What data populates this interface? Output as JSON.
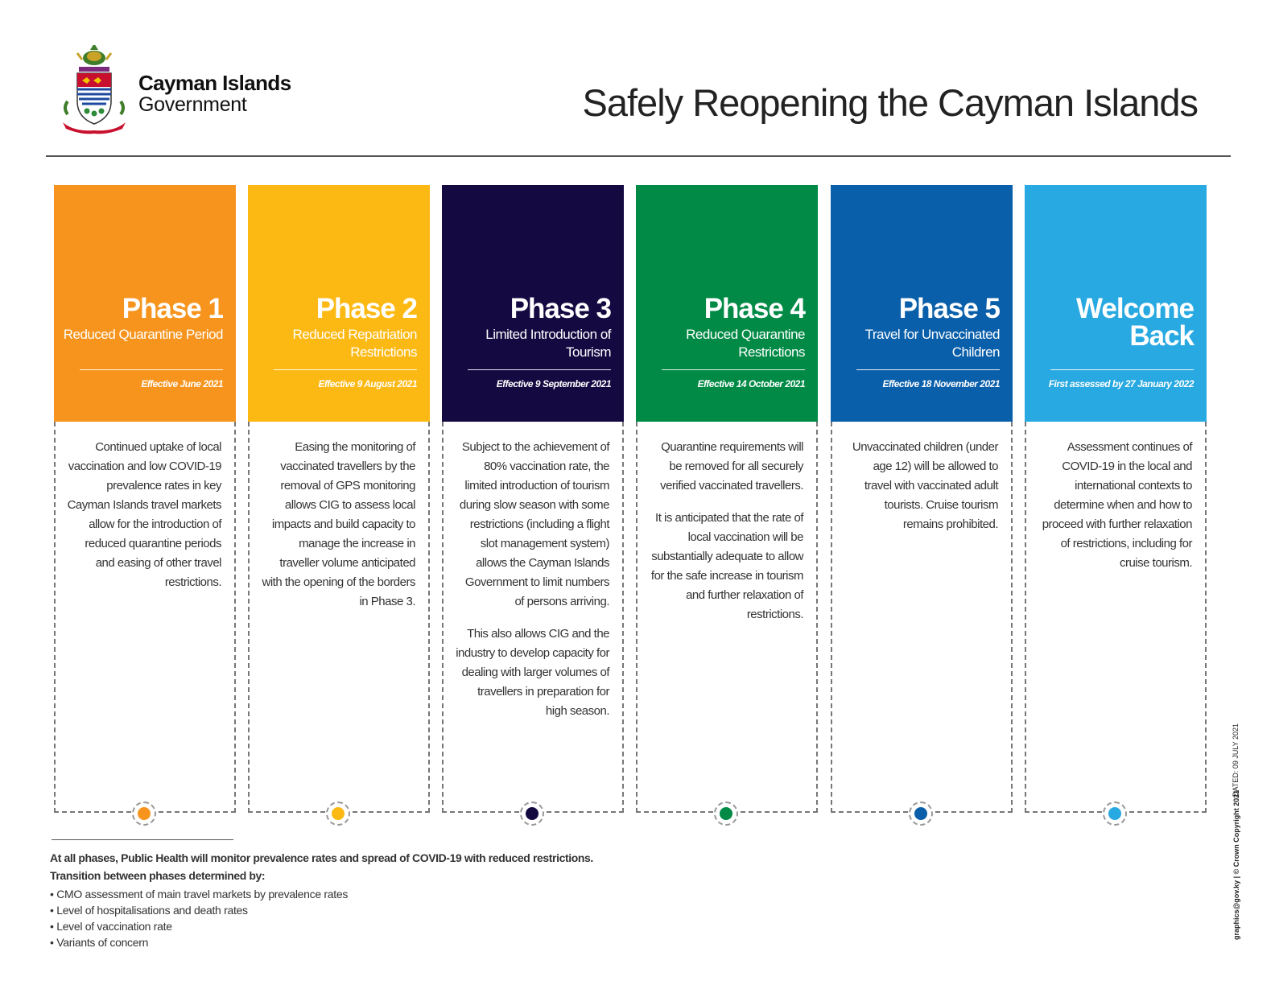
{
  "header": {
    "org_line1": "Cayman Islands",
    "org_line2": "Government",
    "title": "Safely Reopening the Cayman Islands"
  },
  "phases": [
    {
      "title": "Phase 1",
      "subtitle": "Reduced Quarantine Period",
      "effective": "Effective June 2021",
      "color": "#F7941D",
      "paragraphs": [
        "Continued uptake of local vaccination and low COVID-19 prevalence rates in key Cayman Islands travel markets allow for the introduction of reduced quarantine periods and easing of other travel restrictions."
      ]
    },
    {
      "title": "Phase 2",
      "subtitle": "Reduced Repatriation Restrictions",
      "effective": "Effective 9 August 2021",
      "color": "#FDB913",
      "paragraphs": [
        "Easing the monitoring of vaccinated travellers by the removal of GPS monitoring allows CIG to assess local impacts and build capacity to manage the increase in traveller volume anticipated with the opening of the borders in Phase 3."
      ]
    },
    {
      "title": "Phase 3",
      "subtitle": "Limited Introduction of Tourism",
      "effective": "Effective 9 September 2021",
      "color": "#150942",
      "paragraphs": [
        "Subject to the achievement of 80% vaccination rate, the limited introduction of tourism during slow season with some restrictions (including a flight slot management system) allows the Cayman Islands Government to limit numbers of persons arriving.",
        "This also allows CIG and the industry to develop capacity for dealing with larger volumes of travellers in preparation for high season."
      ]
    },
    {
      "title": "Phase 4",
      "subtitle": "Reduced Quarantine Restrictions",
      "effective": "Effective 14 October 2021",
      "color": "#008A45",
      "paragraphs": [
        "Quarantine requirements will be removed for all securely verified vaccinated travellers.",
        "It is anticipated that the rate of local vaccination will be substantially adequate to allow for the safe increase in tourism and further relaxation of restrictions."
      ]
    },
    {
      "title": "Phase 5",
      "subtitle": "Travel for Unvaccinated Children",
      "effective": "Effective 18 November 2021",
      "color": "#0A5FAA",
      "paragraphs": [
        "Unvaccinated children (under age 12) will be allowed to travel with vaccinated adult tourists. Cruise tourism remains prohibited."
      ]
    },
    {
      "title": "Welcome Back",
      "subtitle": "",
      "effective": "First assessed by 27 January 2022",
      "color": "#28A9E1",
      "paragraphs": [
        "Assessment continues of COVID-19 in the local and international contexts to determine when and how to proceed with further relaxation of restrictions, including for cruise tourism."
      ]
    }
  ],
  "footer": {
    "note": "At all phases, Public Health will monitor prevalence rates and spread of COVID-19 with reduced restrictions.",
    "transition_heading": "Transition between phases determined by:",
    "criteria": [
      "CMO assessment of main travel markets by prevalence rates",
      "Level of hospitalisations and death rates",
      "Level of vaccination rate",
      "Variants of concern"
    ]
  },
  "side": {
    "dated": "DATED: 09 JULY 2021",
    "credit": "graphics@gov.ky | © Crown Copyright 2021"
  }
}
